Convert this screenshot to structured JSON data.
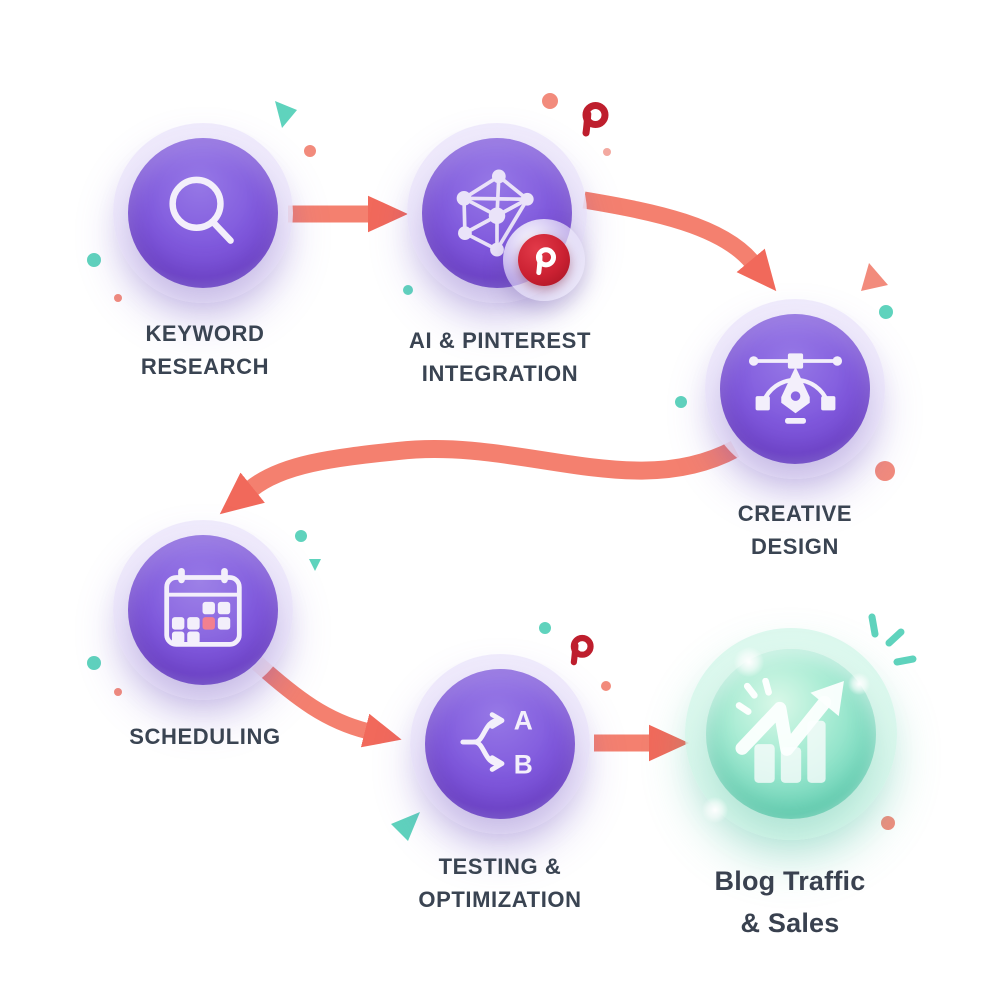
{
  "diagram": {
    "type": "flowchart",
    "title": "Pinterest marketing workflow",
    "nodes": [
      {
        "id": "keyword-research",
        "lines": [
          "KEYWORD",
          "RESEARCH"
        ],
        "icon": "search-icon",
        "theme": "purple"
      },
      {
        "id": "ai-pinterest-integration",
        "lines": [
          "AI & PINTEREST",
          "INTEGRATION"
        ],
        "icon": "ai-network-icon",
        "badge": "pinterest-badge-icon",
        "theme": "purple"
      },
      {
        "id": "creative-design",
        "lines": [
          "CREATIVE",
          "DESIGN"
        ],
        "icon": "pen-tool-icon",
        "theme": "purple"
      },
      {
        "id": "scheduling",
        "lines": [
          "SCHEDULING"
        ],
        "icon": "calendar-icon",
        "theme": "purple"
      },
      {
        "id": "testing-optimization",
        "lines": [
          "TESTING &",
          "OPTIMIZATION"
        ],
        "icon": "ab-testing-icon",
        "ab": {
          "a": "A",
          "b": "B"
        },
        "theme": "purple"
      },
      {
        "id": "blog-traffic-sales",
        "lines": [
          "Blog Traffic",
          "& Sales"
        ],
        "icon": "growth-chart-icon",
        "theme": "green"
      }
    ],
    "edges": [
      {
        "from": "keyword-research",
        "to": "ai-pinterest-integration",
        "style": "straight"
      },
      {
        "from": "ai-pinterest-integration",
        "to": "creative-design",
        "style": "curve-down"
      },
      {
        "from": "creative-design",
        "to": "scheduling",
        "style": "s-curve"
      },
      {
        "from": "scheduling",
        "to": "testing-optimization",
        "style": "curve-down"
      },
      {
        "from": "testing-optimization",
        "to": "blog-traffic-sales",
        "style": "straight"
      }
    ],
    "decorations": [
      "pinterest-logo-icon x2",
      "teal triangles & dots",
      "coral dots",
      "sparkle dashes"
    ],
    "colors": {
      "node_purple": "#7E57DB",
      "node_purple_light": "#9678E6",
      "node_purple_rim": "#BCA9F1",
      "node_green": "#73D8BD",
      "node_green_light": "#C9F4DF",
      "halo_lavender": "#F0ECFC",
      "arrow_coral": "#F4806F",
      "arrow_head_coral": "#F16A5B",
      "label_text": "#3A4452",
      "accent_teal": "#5FD3BD",
      "accent_coral": "#F28B7C",
      "accent_pink": "#F3A9A0",
      "pinterest_red": "#BE1E2D",
      "pinterest_badge_red": "#CB2132",
      "icon_white": "#F3EFFB",
      "calendar_highlight_pink": "#F2808F"
    }
  }
}
